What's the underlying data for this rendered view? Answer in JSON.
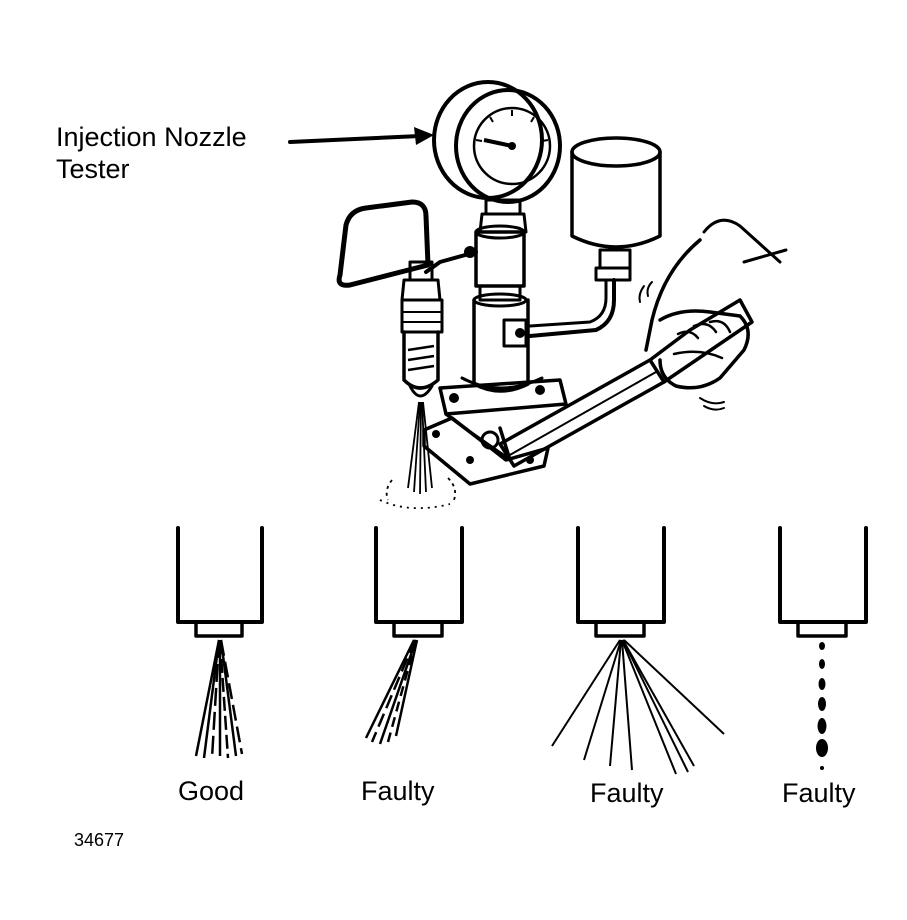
{
  "callout": {
    "line1": "Injection Nozzle",
    "line2": "Tester"
  },
  "patterns": [
    {
      "label": "Good"
    },
    {
      "label": "Faulty"
    },
    {
      "label": "Faulty"
    },
    {
      "label": "Faulty"
    }
  ],
  "figure_number": "34677"
}
